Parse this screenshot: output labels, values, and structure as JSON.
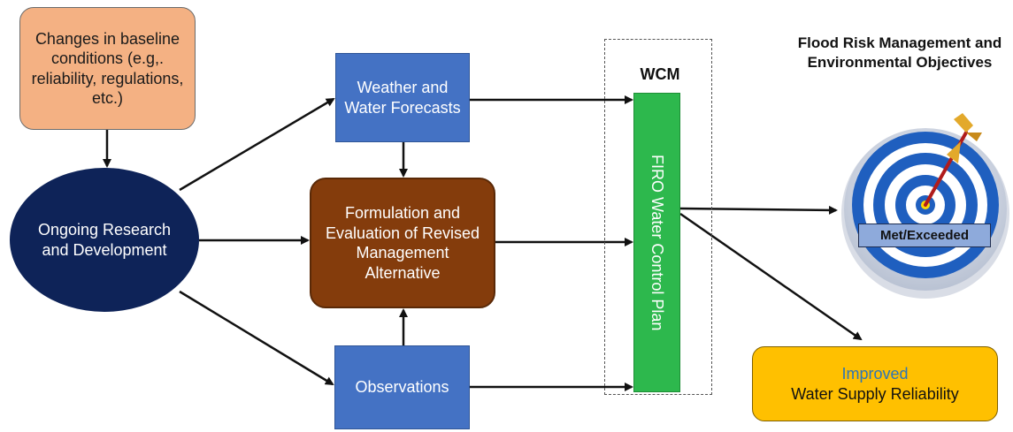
{
  "nodes": {
    "baseline": "Changes in baseline conditions (e.g,. reliability, regulations, etc.)",
    "ongoing": "Ongoing Research and Development",
    "weather": "Weather and Water Forecasts",
    "formulation": "Formulation and Evaluation of Revised Management Alternative",
    "observations": "Observations",
    "wcm": "WCM",
    "firo": "FIRO Water Control Plan",
    "flood_title": "Flood Risk Management and Environmental Objectives",
    "met": "Met/Exceeded",
    "improved_top": "Improved",
    "improved_bottom": "Water Supply Reliability"
  },
  "colors": {
    "baseline_fill": "#f4b183",
    "ongoing_fill": "#0e2358",
    "forecast_fill": "#4472c4",
    "formulation_fill": "#843c0c",
    "firo_fill": "#2db84d",
    "improved_fill": "#ffc000",
    "target_blue": "#1f5fbf",
    "arrow": "#111111"
  },
  "icons": [
    "target-icon",
    "dart-icon"
  ]
}
